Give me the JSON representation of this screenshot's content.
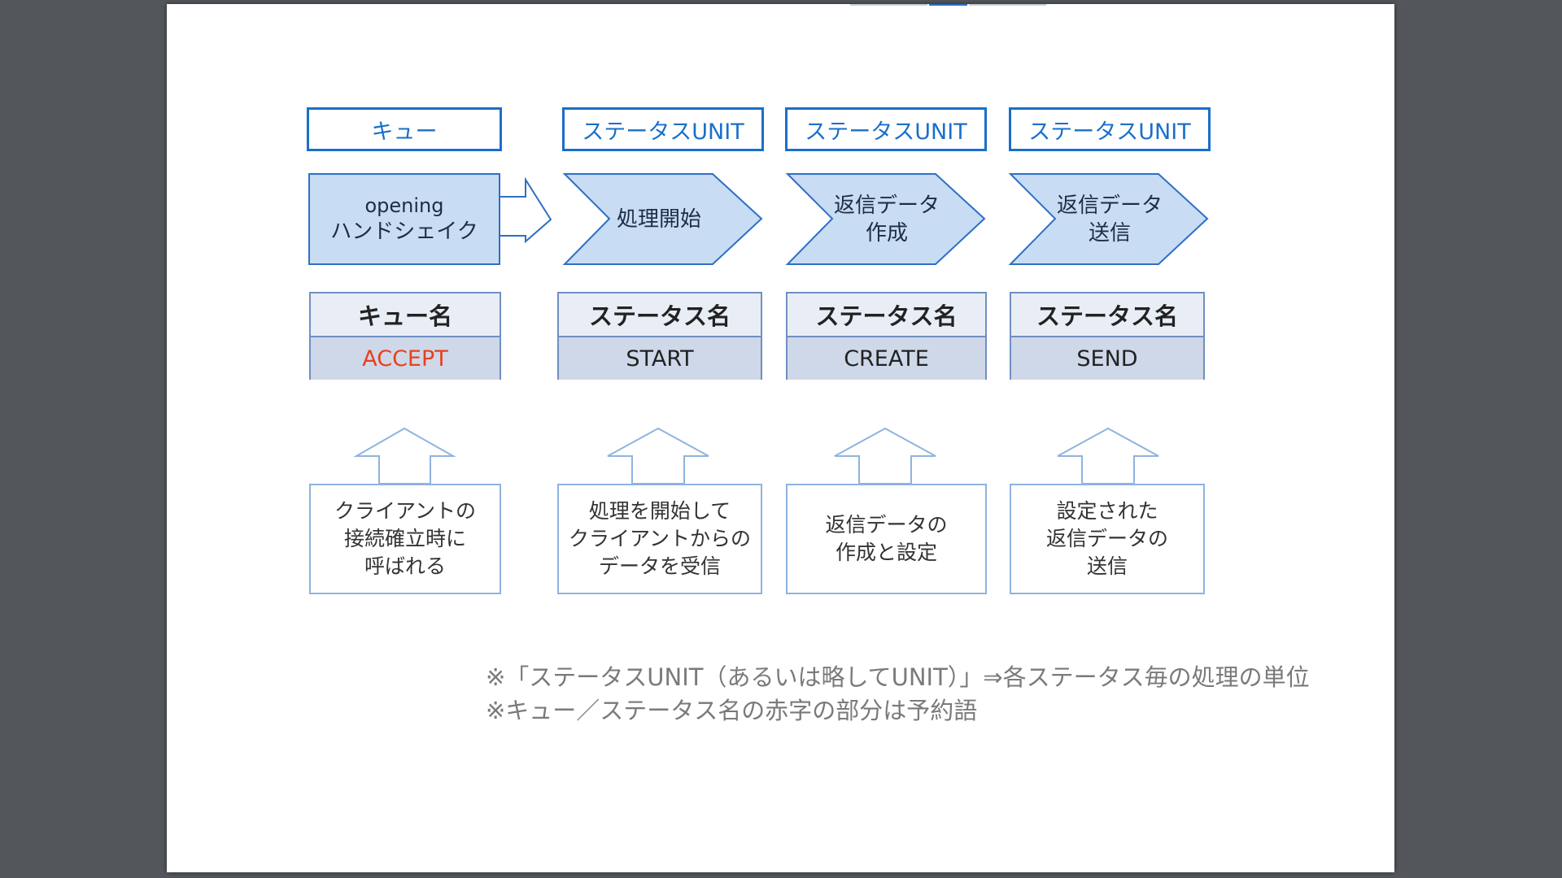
{
  "colors": {
    "background": "#53575b",
    "accent_blue": "#1a6fc9",
    "shape_fill": "#c8dcf4",
    "shape_stroke": "#2f6fc4",
    "reserved_red": "#e8411c",
    "note_gray": "#7a7a7a"
  },
  "columns": [
    {
      "category_label": "キュー",
      "shape_lines": [
        "opening",
        "ハンドシェイク"
      ],
      "name_header": "キュー名",
      "name_value": "ACCEPT",
      "description_lines": [
        "クライアントの",
        "接続確立時に",
        "呼ばれる"
      ]
    },
    {
      "category_label": "ステータスUNIT",
      "shape_lines": [
        "処理開始"
      ],
      "name_header": "ステータス名",
      "name_value": "START",
      "description_lines": [
        "処理を開始して",
        "クライアントからの",
        "データを受信"
      ]
    },
    {
      "category_label": "ステータスUNIT",
      "shape_lines": [
        "返信データ",
        "作成"
      ],
      "name_header": "ステータス名",
      "name_value": "CREATE",
      "description_lines": [
        "返信データの",
        "作成と設定"
      ]
    },
    {
      "category_label": "ステータスUNIT",
      "shape_lines": [
        "返信データ",
        "送信"
      ],
      "name_header": "ステータス名",
      "name_value": "SEND",
      "description_lines": [
        "設定された",
        "返信データの",
        "送信"
      ]
    }
  ],
  "notes": [
    "※「ステータスUNIT（あるいは略してUNIT）」⇒各ステータス毎の処理の単位",
    "※キュー／ステータス名の赤字の部分は予約語"
  ]
}
